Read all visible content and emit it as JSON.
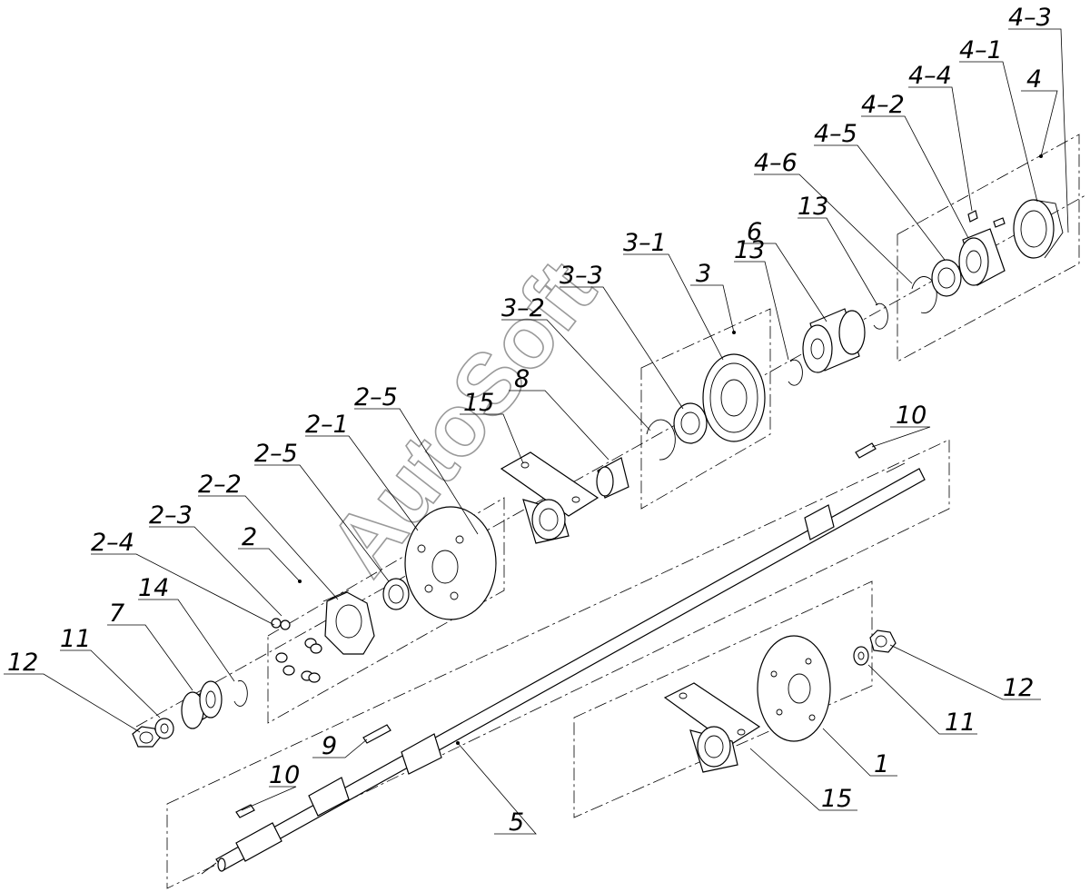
{
  "watermark": "AutoSoft",
  "callouts": [
    {
      "id": "c-4-3",
      "text": "4–3"
    },
    {
      "id": "c-4-1",
      "text": "4–1"
    },
    {
      "id": "c-4",
      "text": "4"
    },
    {
      "id": "c-4-4",
      "text": "4–4"
    },
    {
      "id": "c-4-2",
      "text": "4–2"
    },
    {
      "id": "c-4-5",
      "text": "4–5"
    },
    {
      "id": "c-4-6",
      "text": "4–6"
    },
    {
      "id": "c-13a",
      "text": "13"
    },
    {
      "id": "c-6",
      "text": "6"
    },
    {
      "id": "c-13b",
      "text": "13"
    },
    {
      "id": "c-3-1",
      "text": "3–1"
    },
    {
      "id": "c-3",
      "text": "3"
    },
    {
      "id": "c-3-3",
      "text": "3–3"
    },
    {
      "id": "c-3-2",
      "text": "3–2"
    },
    {
      "id": "c-8",
      "text": "8"
    },
    {
      "id": "c-15a",
      "text": "15"
    },
    {
      "id": "c-2-5a",
      "text": "2–5"
    },
    {
      "id": "c-2-1",
      "text": "2–1"
    },
    {
      "id": "c-2-5b",
      "text": "2–5"
    },
    {
      "id": "c-2-2",
      "text": "2–2"
    },
    {
      "id": "c-2-3",
      "text": "2–3"
    },
    {
      "id": "c-2",
      "text": "2"
    },
    {
      "id": "c-2-4",
      "text": "2–4"
    },
    {
      "id": "c-7",
      "text": "7"
    },
    {
      "id": "c-14",
      "text": "14"
    },
    {
      "id": "c-11a",
      "text": "11"
    },
    {
      "id": "c-12a",
      "text": "12"
    },
    {
      "id": "c-10a",
      "text": "10"
    },
    {
      "id": "c-9",
      "text": "9"
    },
    {
      "id": "c-10b",
      "text": "10"
    },
    {
      "id": "c-5",
      "text": "5"
    },
    {
      "id": "c-12b",
      "text": "12"
    },
    {
      "id": "c-11b",
      "text": "11"
    },
    {
      "id": "c-1",
      "text": "1"
    },
    {
      "id": "c-15b",
      "text": "15"
    }
  ]
}
